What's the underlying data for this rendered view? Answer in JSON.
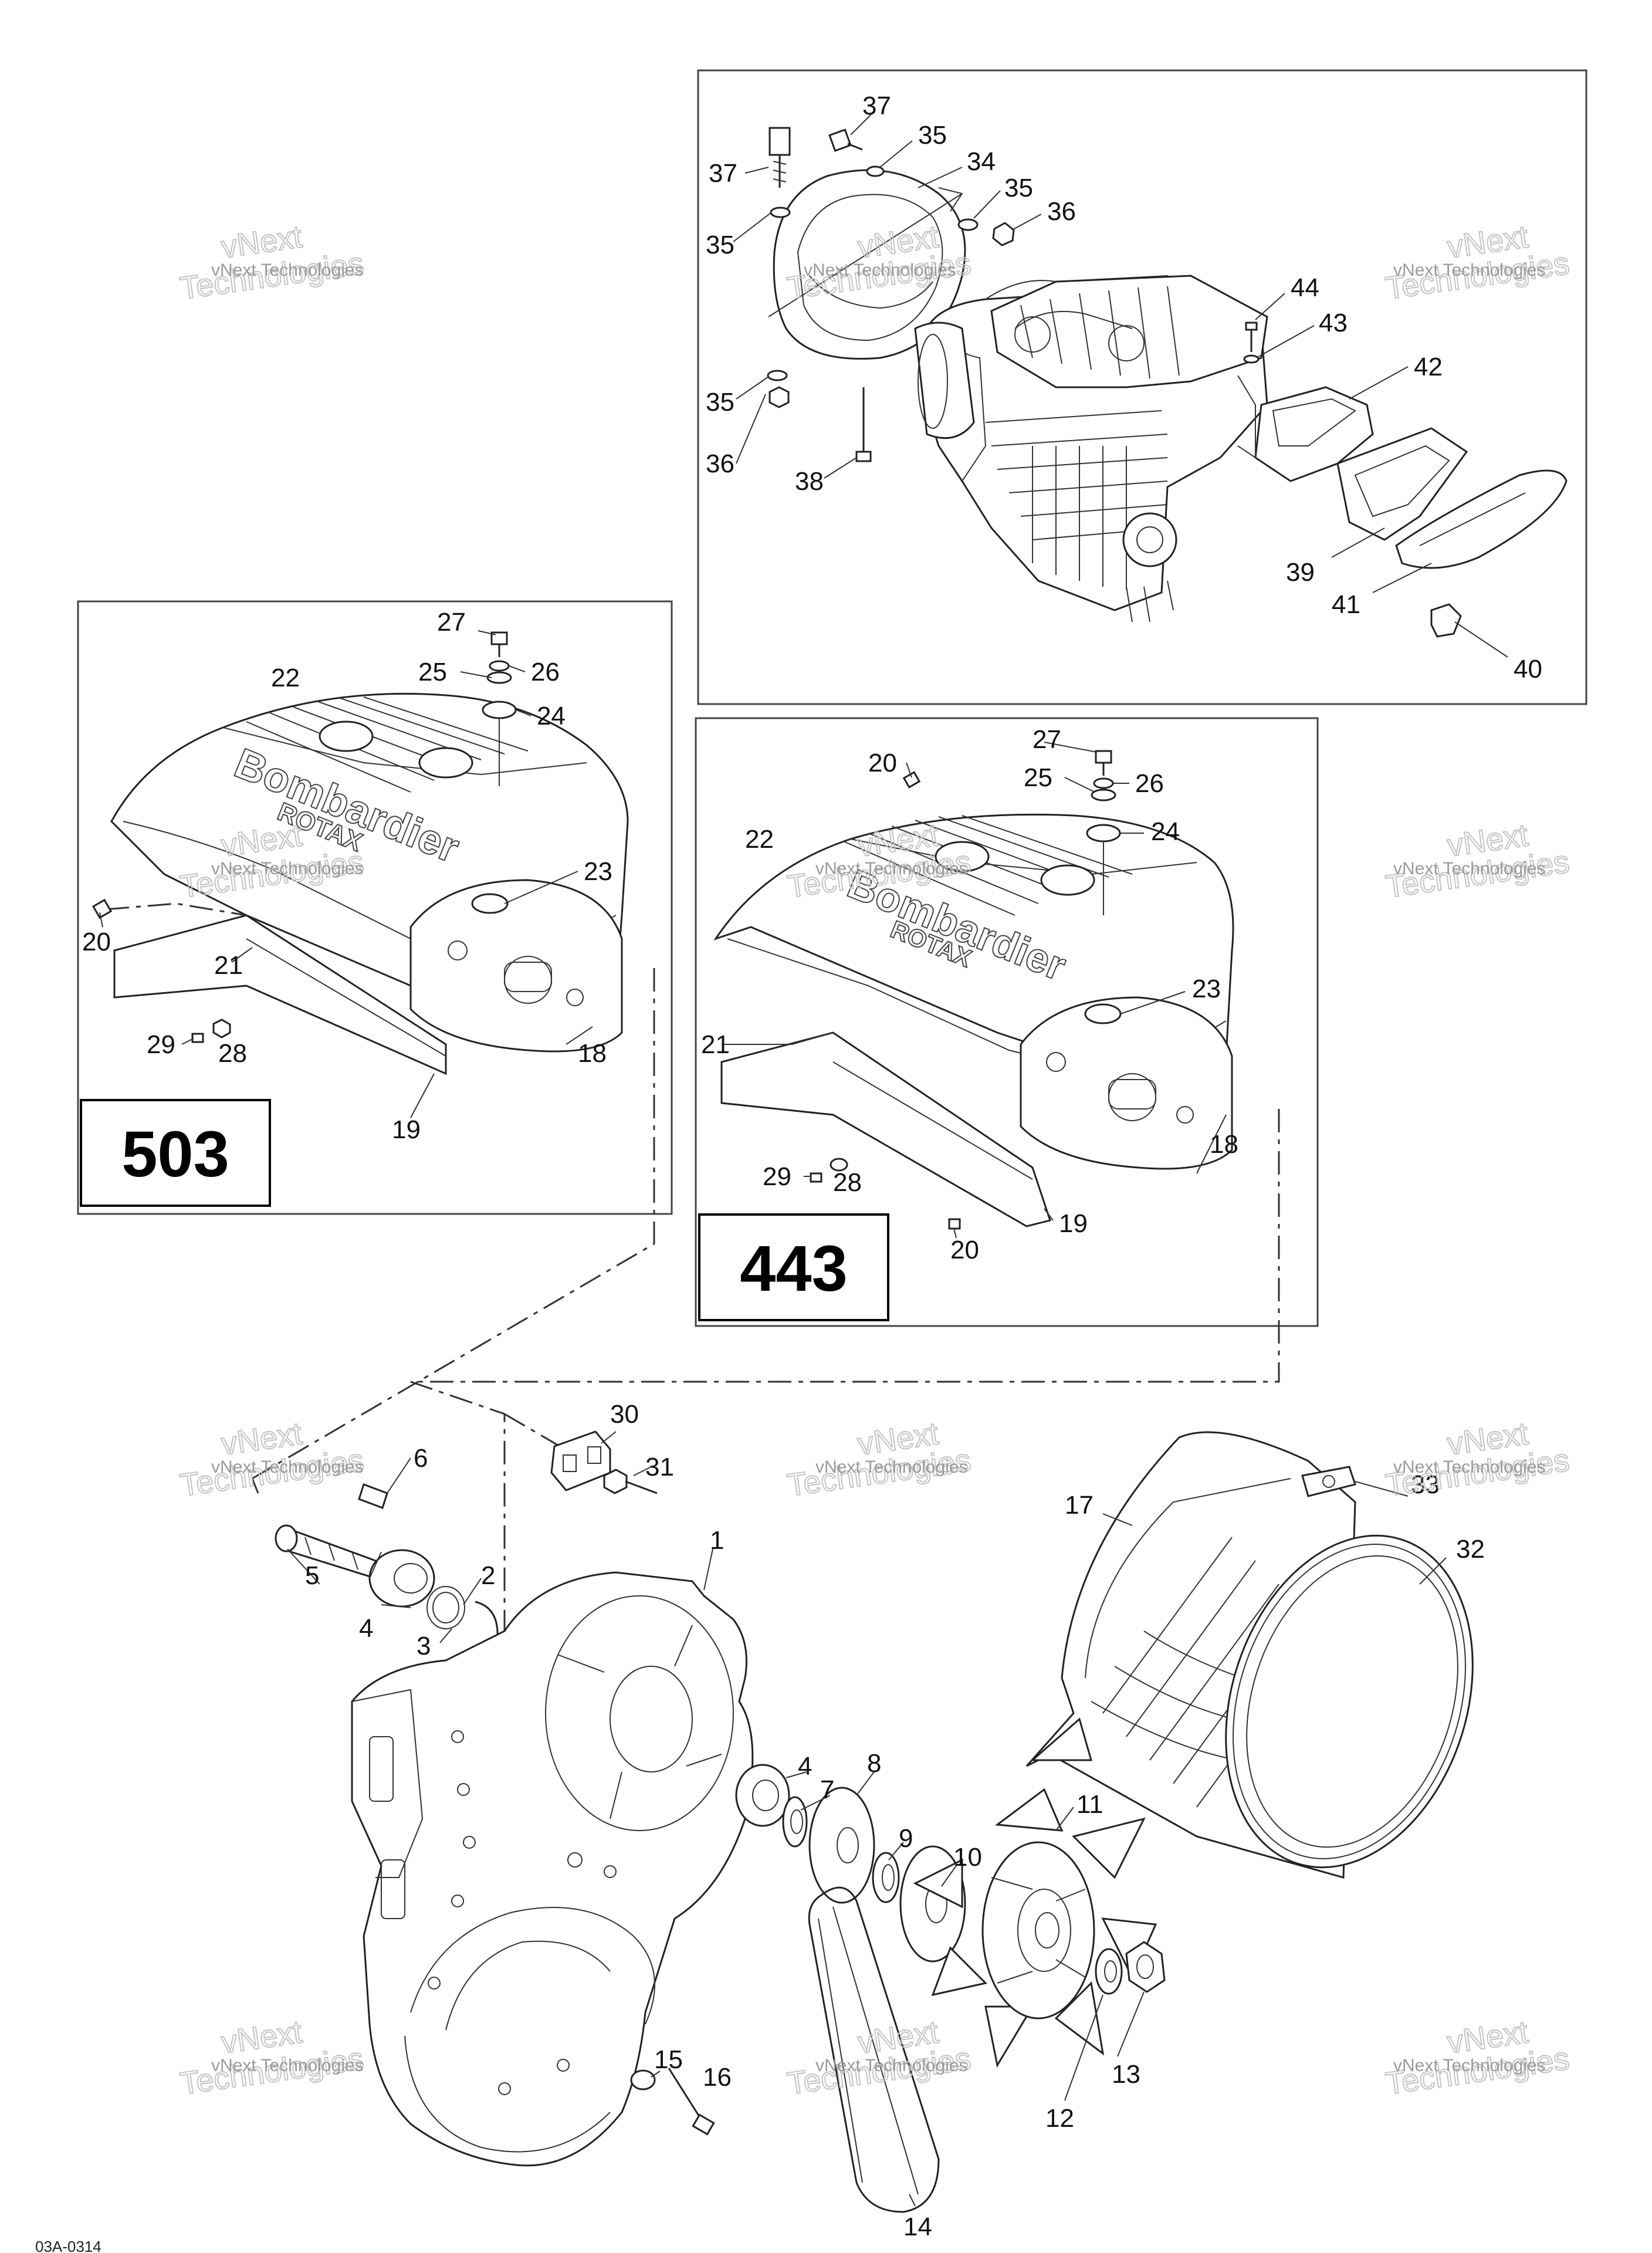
{
  "insets": [
    {
      "id": "503",
      "label": "503"
    },
    {
      "id": "443",
      "label": "443"
    }
  ],
  "part_numbers": [
    "1",
    "2",
    "3",
    "4",
    "5",
    "6",
    "7",
    "8",
    "9",
    "10",
    "11",
    "12",
    "13",
    "14",
    "15",
    "16",
    "17",
    "18",
    "19",
    "20",
    "21",
    "22",
    "23",
    "24",
    "25",
    "26",
    "27",
    "28",
    "29",
    "30",
    "31",
    "32",
    "33",
    "34",
    "35",
    "36",
    "37",
    "38",
    "39",
    "40",
    "41",
    "42",
    "43",
    "44"
  ],
  "watermark": {
    "line1": "vNext Technologies",
    "line2": "vNext",
    "line3": "Technologies"
  },
  "brand_text": {
    "name": "Bombardier",
    "sub": "ROTAX"
  },
  "footer_code": "03A-0314"
}
